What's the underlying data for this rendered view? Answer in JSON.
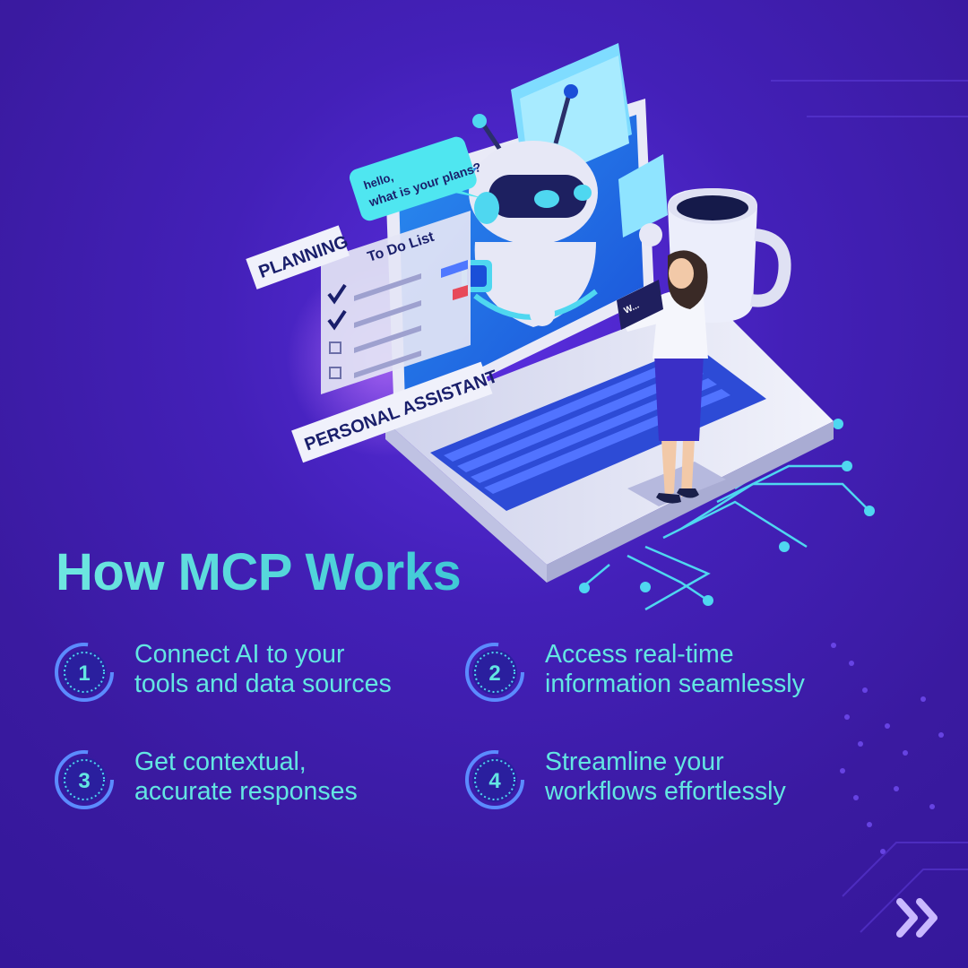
{
  "illustration": {
    "chat_bubble": {
      "line1": "hello,",
      "line2": "what is your plans?"
    },
    "planning_label": "PLANNING",
    "todo_title": "To Do List",
    "assistant_label": "PERSONAL ASSISTANT",
    "tablet_text": "W..."
  },
  "heading": "How MCP Works",
  "steps": [
    {
      "number": "1",
      "line1": "Connect AI to your",
      "line2": "tools and data sources"
    },
    {
      "number": "2",
      "line1": "Access real-time",
      "line2": "information seamlessly"
    },
    {
      "number": "3",
      "line1": "Get contextual,",
      "line2": "accurate responses"
    },
    {
      "number": "4",
      "line1": "Streamline your",
      "line2": "workflows effortlessly"
    }
  ],
  "nav": {
    "next_icon": "double-chevron-right-icon"
  },
  "colors": {
    "background": "#3a1aa0",
    "accent": "#63e6e2",
    "circuit": "#4fd7f0"
  }
}
